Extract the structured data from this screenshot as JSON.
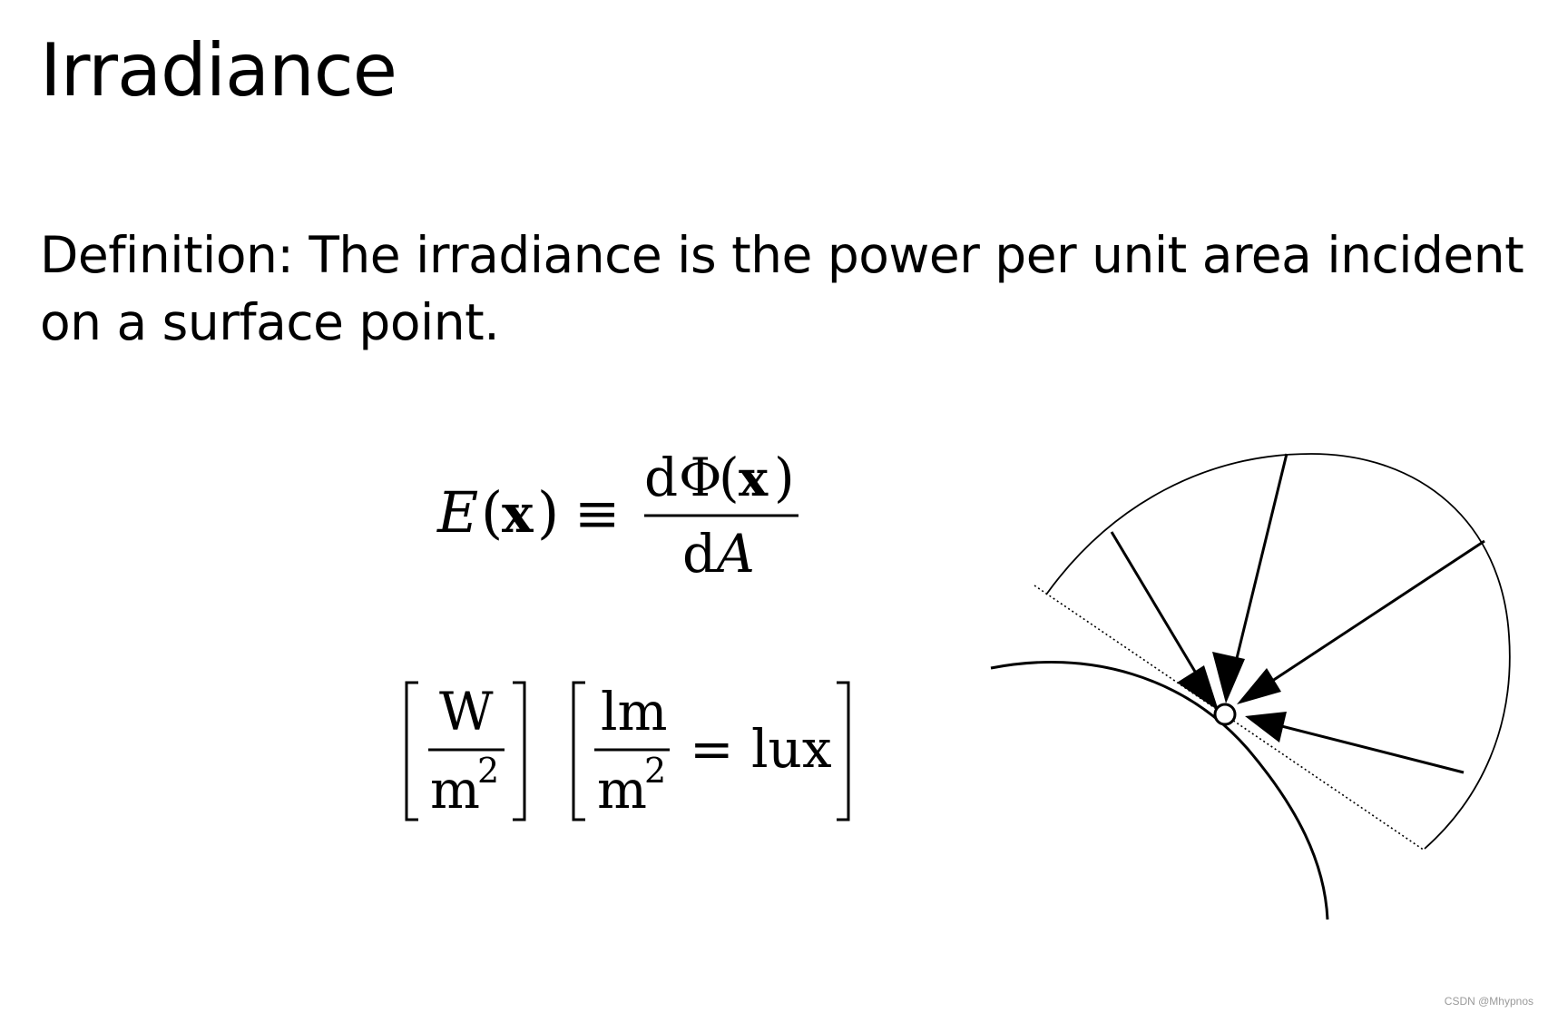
{
  "slide": {
    "title": "Irradiance",
    "definition_line1": "Definition: The irradiance is the power per unit area incident",
    "definition_line2": "on a surface point."
  },
  "formula": {
    "lhs_E": "E",
    "lhs_open": "(",
    "lhs_x": "x",
    "lhs_close": ")",
    "equiv": "≡",
    "num_d": "d",
    "num_phi": "Φ",
    "num_open": "(",
    "num_x": "x",
    "num_close": ")",
    "den_d": "d",
    "den_A": "A"
  },
  "units": {
    "u1_num": "W",
    "u1_den_m": "m",
    "u1_den_exp": "2",
    "u2_num": "lm",
    "u2_den_m": "m",
    "u2_den_exp": "2",
    "u2_equals": "=",
    "u2_lux": "lux"
  },
  "watermark": "CSDN @Mhypnos"
}
